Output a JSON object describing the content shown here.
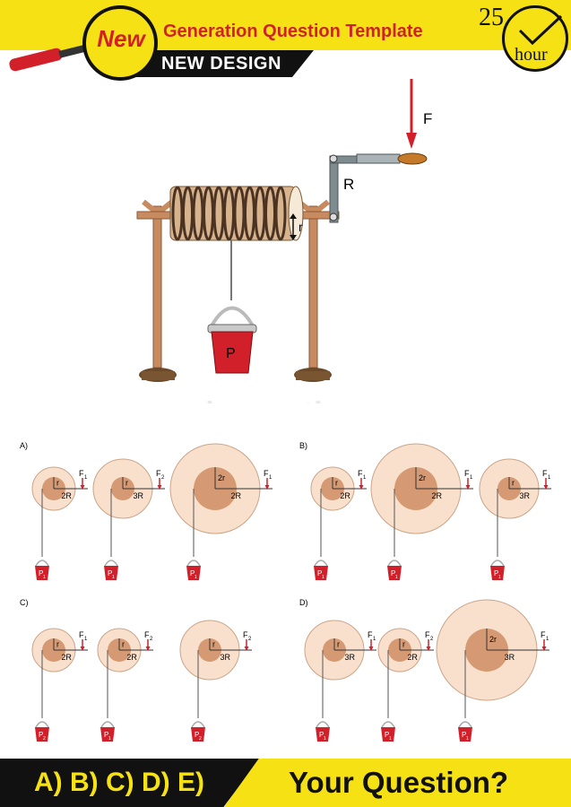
{
  "header": {
    "badge": "New",
    "title": "Generation Question Template",
    "subtitle": "NEW DESIGN",
    "clock_number": "25.",
    "clock_unit": "hour"
  },
  "main_diagram": {
    "force_label": "F",
    "crank_label": "R",
    "axle_label": "r",
    "bucket_label": "P"
  },
  "watermark": "dreamstime.",
  "options": [
    {
      "label": "A)",
      "wheels": [
        {
          "inner": "r",
          "outer": "2R",
          "force": "F",
          "force_sub": "1",
          "load": "P",
          "load_sub": "1"
        },
        {
          "inner": "r",
          "outer": "3R",
          "force": "F",
          "force_sub": "2",
          "load": "P",
          "load_sub": "1"
        },
        {
          "inner": "2r",
          "outer": "2R",
          "force": "F",
          "force_sub": "1",
          "load": "P",
          "load_sub": "1"
        }
      ]
    },
    {
      "label": "B)",
      "wheels": [
        {
          "inner": "r",
          "outer": "2R",
          "force": "F",
          "force_sub": "1",
          "load": "P",
          "load_sub": "1"
        },
        {
          "inner": "2r",
          "outer": "2R",
          "force": "F",
          "force_sub": "1",
          "load": "P",
          "load_sub": "1"
        },
        {
          "inner": "r",
          "outer": "3R",
          "force": "F",
          "force_sub": "1",
          "load": "P",
          "load_sub": "1"
        }
      ]
    },
    {
      "label": "C)",
      "wheels": [
        {
          "inner": "r",
          "outer": "2R",
          "force": "F",
          "force_sub": "1",
          "load": "P",
          "load_sub": "2"
        },
        {
          "inner": "r",
          "outer": "2R",
          "force": "F",
          "force_sub": "2",
          "load": "P",
          "load_sub": "1"
        },
        {
          "inner": "r",
          "outer": "3R",
          "force": "F",
          "force_sub": "2",
          "load": "P",
          "load_sub": "2"
        }
      ]
    },
    {
      "label": "D)",
      "wheels": [
        {
          "inner": "r",
          "outer": "3R",
          "force": "F",
          "force_sub": "1",
          "load": "P",
          "load_sub": "1"
        },
        {
          "inner": "r",
          "outer": "2R",
          "force": "F",
          "force_sub": "2",
          "load": "P",
          "load_sub": "1"
        },
        {
          "inner": "2r",
          "outer": "3R",
          "force": "F",
          "force_sub": "1",
          "load": "P",
          "load_sub": "1"
        }
      ]
    }
  ],
  "footer": {
    "choices": "A) B) C) D) E)",
    "question": "Your Question?"
  },
  "colors": {
    "header_yellow": "#f6e214",
    "title_red": "#d2202a",
    "wheel_outer": "#f9e0cc",
    "wheel_inner": "#d59a73",
    "bucket_red": "#d2202a",
    "force_arrow": "#d2202a",
    "wood": "#c88a5f"
  }
}
